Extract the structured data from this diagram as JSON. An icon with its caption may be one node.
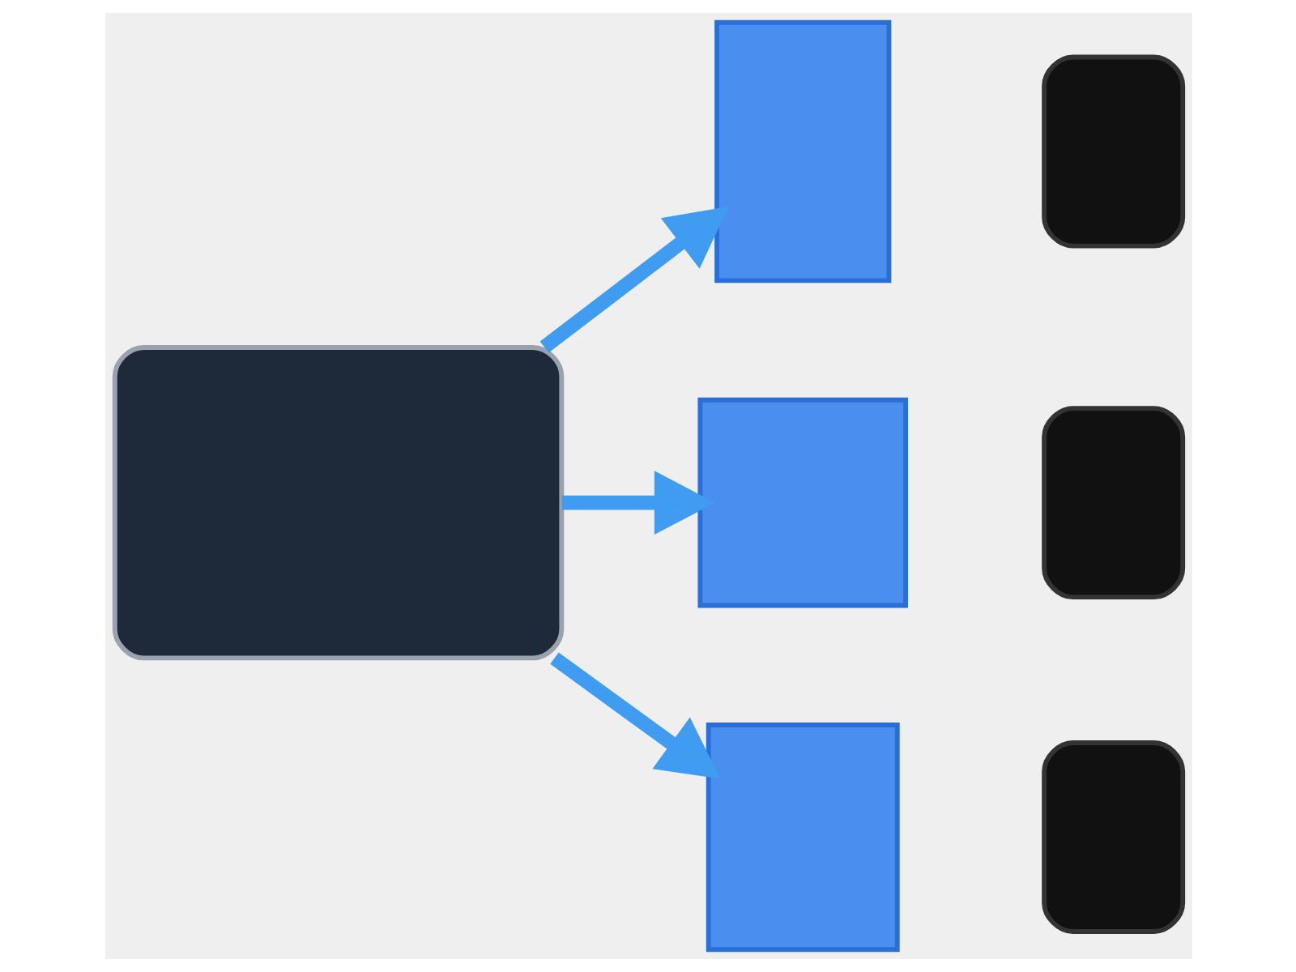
{
  "diagram": {
    "nodes": [
      {
        "text": [],
        "shape": "box"
      },
      {
        "text": [],
        "shape": "box"
      },
      {
        "text": [],
        "shape": "box"
      },
      {
        "text": [],
        "shape": "box"
      },
      {
        "text": [],
        "shape": "box"
      },
      {
        "text": [],
        "shape": "box"
      },
      {
        "text": [],
        "shape": "box"
      }
    ],
    "edges": [
      {
        "from": 0,
        "to": 1,
        "arrow": "to"
      },
      {
        "from": 0,
        "to": 3,
        "arrow": "to"
      },
      {
        "from": 0,
        "to": 5,
        "arrow": "to"
      }
    ]
  }
}
